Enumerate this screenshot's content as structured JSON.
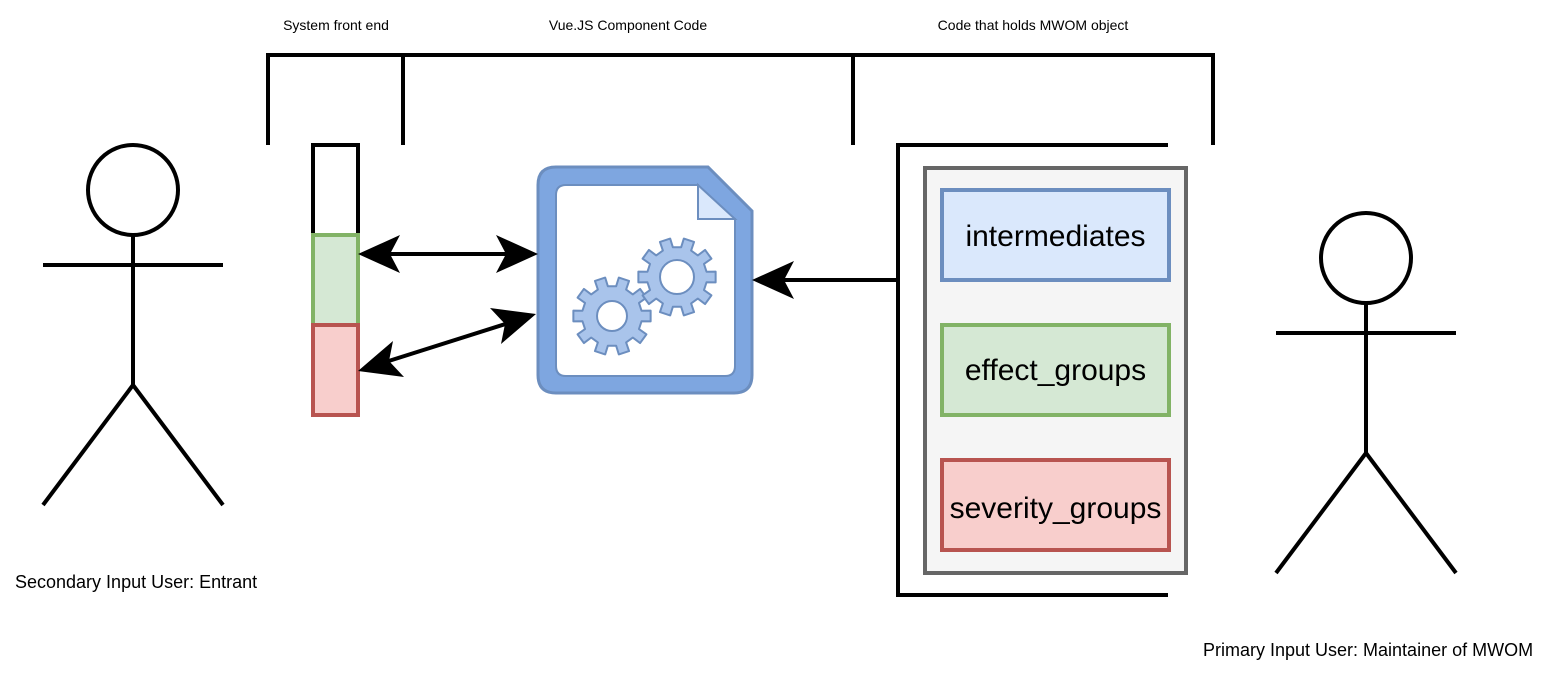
{
  "labels": {
    "system_front_end": "System front end",
    "vue_component_code": "Vue.JS Component Code",
    "mwom_code": "Code that holds MWOM object"
  },
  "actors": {
    "secondary": {
      "label": "Secondary Input User: Entrant"
    },
    "primary": {
      "label": "Primary Input User: Maintainer of MWOM"
    }
  },
  "mwom_items": {
    "intermediates": "intermediates",
    "effect_groups": "effect_groups",
    "severity_groups": "severity_groups"
  },
  "colors": {
    "blue_fill": "#dae8fc",
    "blue_stroke": "#6c8ebf",
    "green_fill": "#d5e8d4",
    "green_stroke": "#82b366",
    "red_fill": "#f8cecc",
    "red_stroke": "#b85450",
    "panel_fill": "#f5f5f5",
    "panel_stroke": "#666666",
    "gear_fill": "#a9c4eb",
    "doc_fill": "#7ea6e0"
  }
}
